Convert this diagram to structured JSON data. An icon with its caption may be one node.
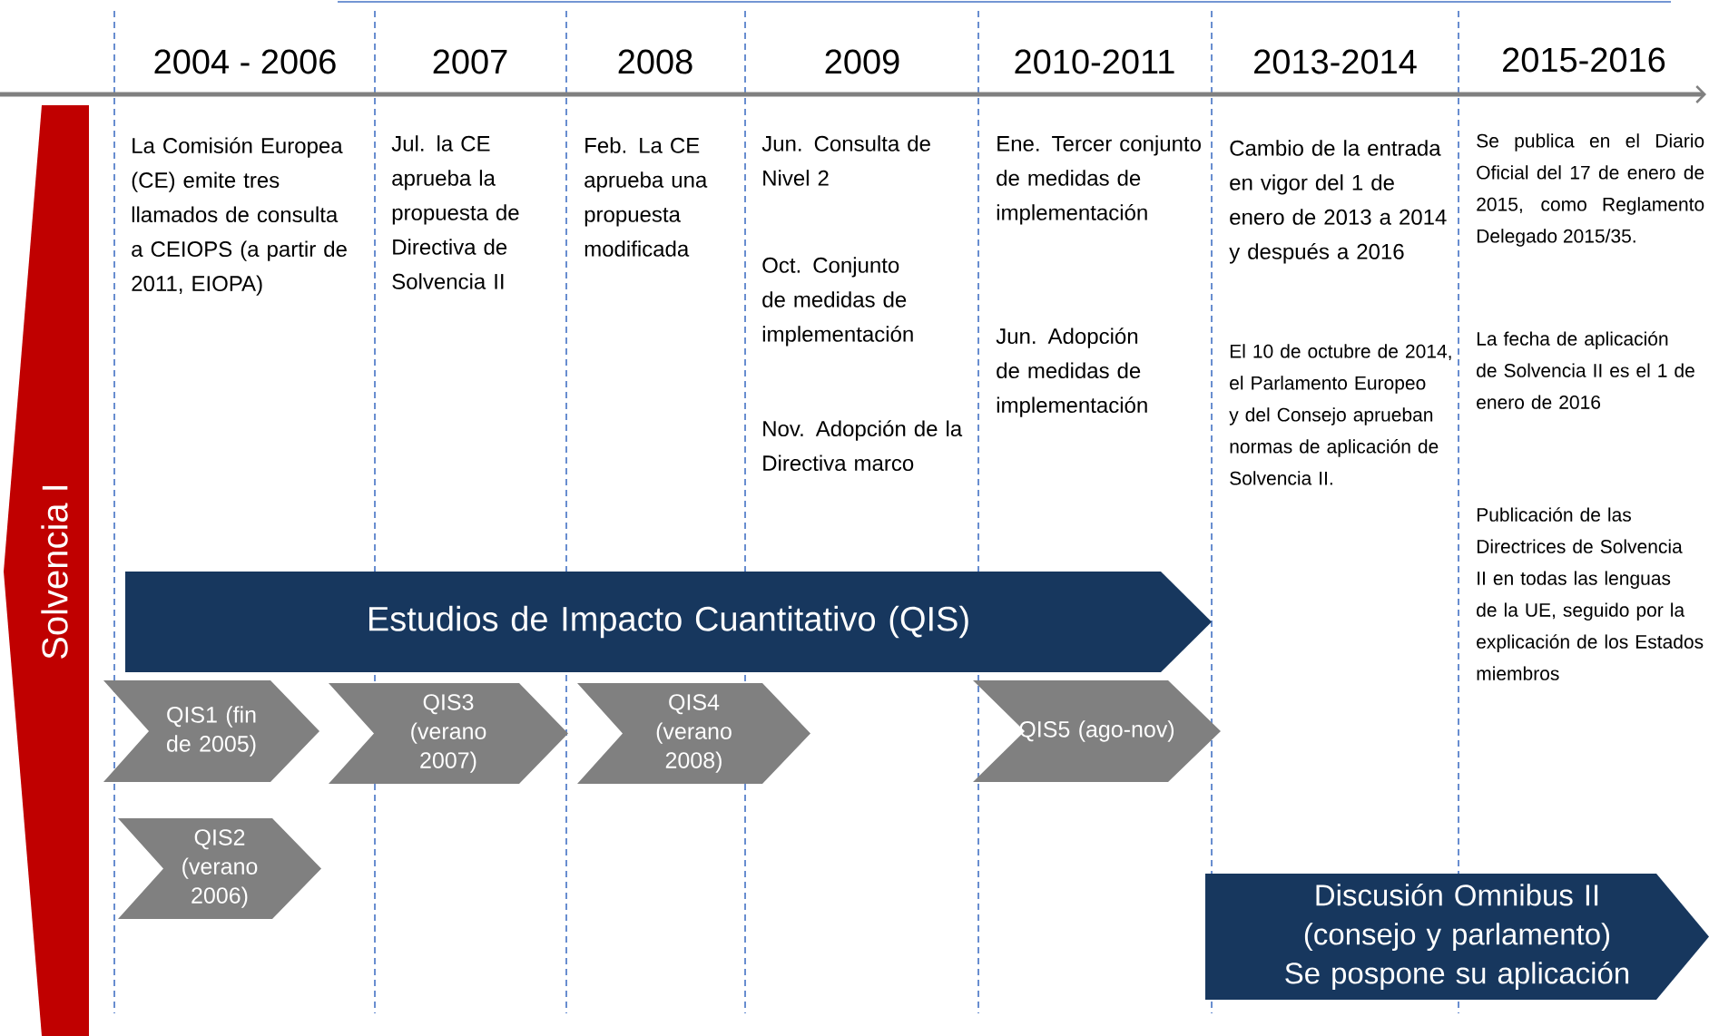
{
  "diagram": {
    "nodes": [
      {
        "text": [
          "Solvencia I"
        ]
      },
      {
        "text": [
          "Estudios de Impacto Cuantitativo (QIS)"
        ]
      },
      {
        "text": [
          "QIS1 (fin de 2005)"
        ]
      },
      {
        "text": [
          "QIS3 (verano 2007)"
        ]
      },
      {
        "text": [
          "QIS4 (verano 2008)"
        ]
      },
      {
        "text": [
          "QIS5 (ago-nov)"
        ]
      },
      {
        "text": [
          "QIS2 (verano 2006)"
        ]
      },
      {
        "text": [
          "Discusión Omnibus II (consejo y parlamento) Se pospone su aplicación"
        ]
      }
    ],
    "labels": [
      "2004 - 2006",
      "2007",
      "2008",
      "2009",
      "2010-2011",
      "2013-2014",
      "2015-2016",
      "La Comisión Europea (CE) emite tres llamados de consulta a CEIOPS (a partir de 2011, EIOPA)",
      "Jul. la CE aprueba la propuesta de Directiva de Solvencia II",
      "Feb. La CE aprueba una propuesta modificada",
      "Jun. Consulta de Nivel 2",
      "Oct. Conjunto de medidas de implementación",
      "Nov. Adopción de la Directiva marco",
      "Ene. Tercer conjunto de medidas de implementación",
      "Jun. Adopción de medidas de implementación",
      "Cambio de la entrada en vigor del 1 de enero de 2013 a 2014 y después a 2016",
      "El 10 de octubre de 2014, el Parlamento Europeo y del Consejo aprueban normas de aplicación de Solvencia II.",
      "Se publica en el Diario Oficial del 17 de enero de 2015, como Reglamento Delegado 2015/35.",
      "La fecha de aplicación de Solvencia II es el 1 de enero de 2016",
      "Publicación de las Directrices de Solvencia II en todas las lenguas de la UE, seguido por la explicación de los Estados miembros"
    ]
  }
}
